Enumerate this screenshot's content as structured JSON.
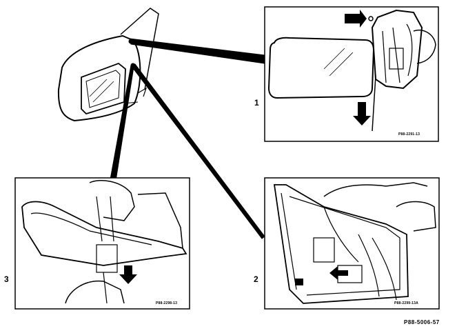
{
  "panels": [
    {
      "step": "1",
      "code": "P88-2291-13"
    },
    {
      "step": "2",
      "code": "P88-2299-13A"
    },
    {
      "step": "3",
      "code": "P88-2298-13"
    }
  ],
  "document_code": "P88-5006-57"
}
